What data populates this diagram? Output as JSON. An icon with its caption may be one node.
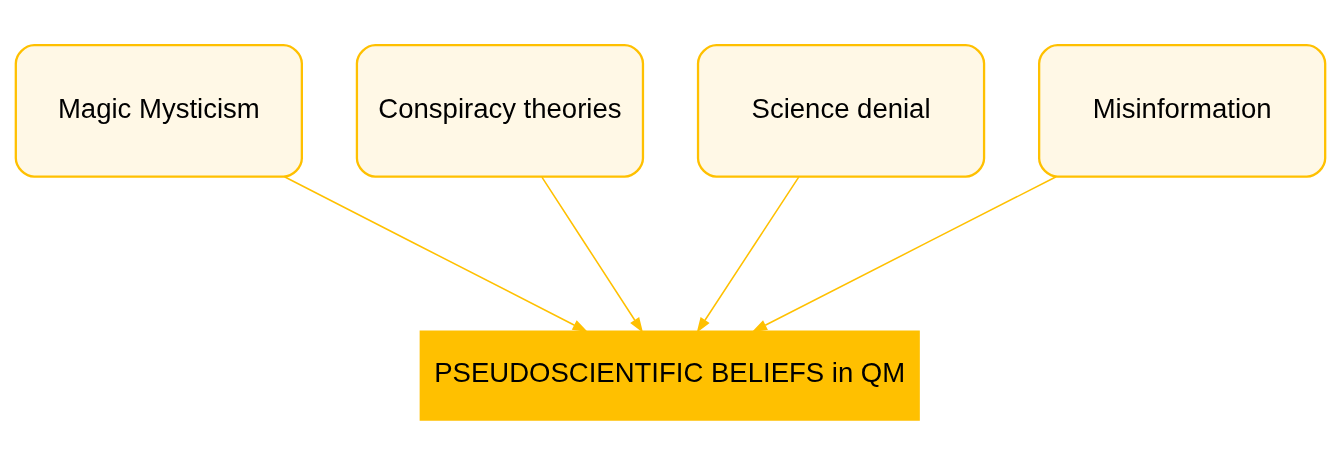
{
  "diagram": {
    "nodes": [
      {
        "text": [
          "Magic Mysticism"
        ]
      },
      {
        "text": [
          "Conspiracy theories"
        ]
      },
      {
        "text": [
          "Science denial"
        ]
      },
      {
        "text": [
          "Misinformation"
        ]
      },
      {
        "text": [
          "PSEUDOSCIENTIFIC BELIEFS in QM"
        ]
      }
    ],
    "edges": [
      {
        "from": 0,
        "to": 4,
        "arrow": "to"
      },
      {
        "from": 1,
        "to": 4,
        "arrow": "to"
      },
      {
        "from": 2,
        "to": 4,
        "arrow": "to"
      },
      {
        "from": 3,
        "to": 4,
        "arrow": "to"
      }
    ]
  }
}
